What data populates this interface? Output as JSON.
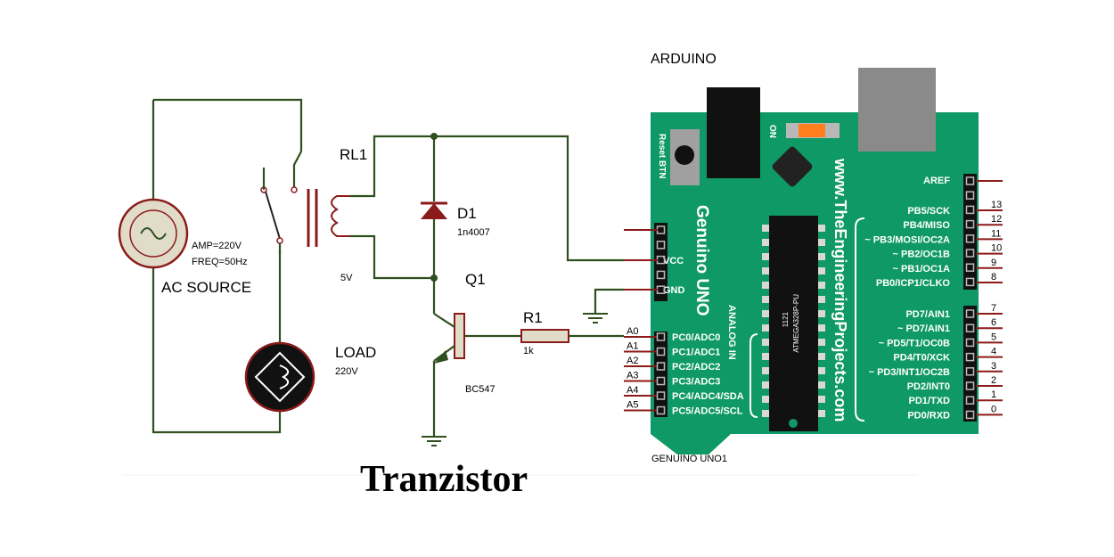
{
  "labels": {
    "arduino": "ARDUINO",
    "rl1": "RL1",
    "d1": "D1",
    "d1_part": "1n4007",
    "v5": "5V",
    "q1": "Q1",
    "q1_part": "BC547",
    "r1": "R1",
    "r1_value": "1k",
    "ac_amp": "AMP=220V",
    "ac_freq": "FREQ=50Hz",
    "ac_source": "AC SOURCE",
    "load": "LOAD",
    "load_v": "220V",
    "board_name": "GENUINO UNO1",
    "caption": "Tranzistor"
  },
  "board": {
    "reset": "Reset BTN",
    "on": "ON",
    "genuino": "Genuino UNO",
    "website": "www.TheEngineeringProjects.com",
    "analog_in": "ANALOG IN",
    "chip": "ATMEGA328P-PU",
    "chip_id": "1121",
    "aref": "AREF",
    "vcc": "VCC",
    "gnd": "GND"
  },
  "analog_pins": [
    {
      "num": "A0",
      "label": "PC0/ADC0"
    },
    {
      "num": "A1",
      "label": "PC1/ADC1"
    },
    {
      "num": "A2",
      "label": "PC2/ADC2"
    },
    {
      "num": "A3",
      "label": "PC3/ADC3"
    },
    {
      "num": "A4",
      "label": "PC4/ADC4/SDA"
    },
    {
      "num": "A5",
      "label": "PC5/ADC5/SCL"
    }
  ],
  "digital_pins_top": [
    {
      "num": "13",
      "label": "PB5/SCK"
    },
    {
      "num": "12",
      "label": "PB4/MISO"
    },
    {
      "num": "11",
      "label": "~ PB3/MOSI/OC2A"
    },
    {
      "num": "10",
      "label": "~ PB2/OC1B"
    },
    {
      "num": "9",
      "label": "~ PB1/OC1A"
    },
    {
      "num": "8",
      "label": "PB0/ICP1/CLKO"
    }
  ],
  "digital_pins_bottom": [
    {
      "num": "7",
      "label": "PD7/AIN1"
    },
    {
      "num": "6",
      "label": "~ PD7/AIN1"
    },
    {
      "num": "5",
      "label": "~ PD5/T1/OC0B"
    },
    {
      "num": "4",
      "label": "PD4/T0/XCK"
    },
    {
      "num": "3",
      "label": "~ PD3/INT1/OC2B"
    },
    {
      "num": "2",
      "label": "PD2/INT0"
    },
    {
      "num": "1",
      "label": "PD1/TXD"
    },
    {
      "num": "0",
      "label": "PD0/RXD"
    }
  ],
  "colors": {
    "board": "#0f9967",
    "wire": "#2f4f1f",
    "pin_red": "#8b1a1a",
    "led_orange": "#ff7f1e"
  }
}
